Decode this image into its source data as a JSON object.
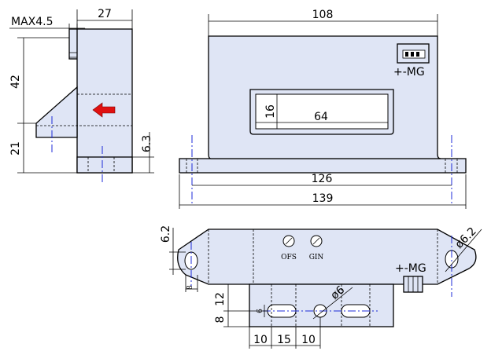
{
  "side_view": {
    "max_label": "MAX4.5",
    "dim_width": "27",
    "dim_upper_height": "42",
    "dim_lower_height": "21",
    "dim_foot": "6.3"
  },
  "front_view": {
    "dim_top_width": "108",
    "dim_window_width": "64",
    "dim_window_height": "16",
    "dim_hole_spacing": "126",
    "dim_overall_width": "139",
    "connector_label": "+-MG"
  },
  "bottom_view": {
    "dim_ear_height": "6.2",
    "dim_ear_edge": "8",
    "dim_hole_dia_large": "ø6.2",
    "dim_hole_dia": "ø6",
    "dim_base_12": "12",
    "dim_base_8": "8",
    "dim_base_6": "6",
    "dim_base_10a": "10",
    "dim_base_15": "15",
    "dim_base_10b": "10",
    "ofs_label": "OFS",
    "gin_label": "GIN",
    "connector_label": "+-MG"
  },
  "colors": {
    "body_fill": "#dfe5f5",
    "center_line": "#1e2bd8",
    "arrow": "#e01010"
  },
  "icons": {
    "arrow": "current-direction-arrow-icon"
  }
}
